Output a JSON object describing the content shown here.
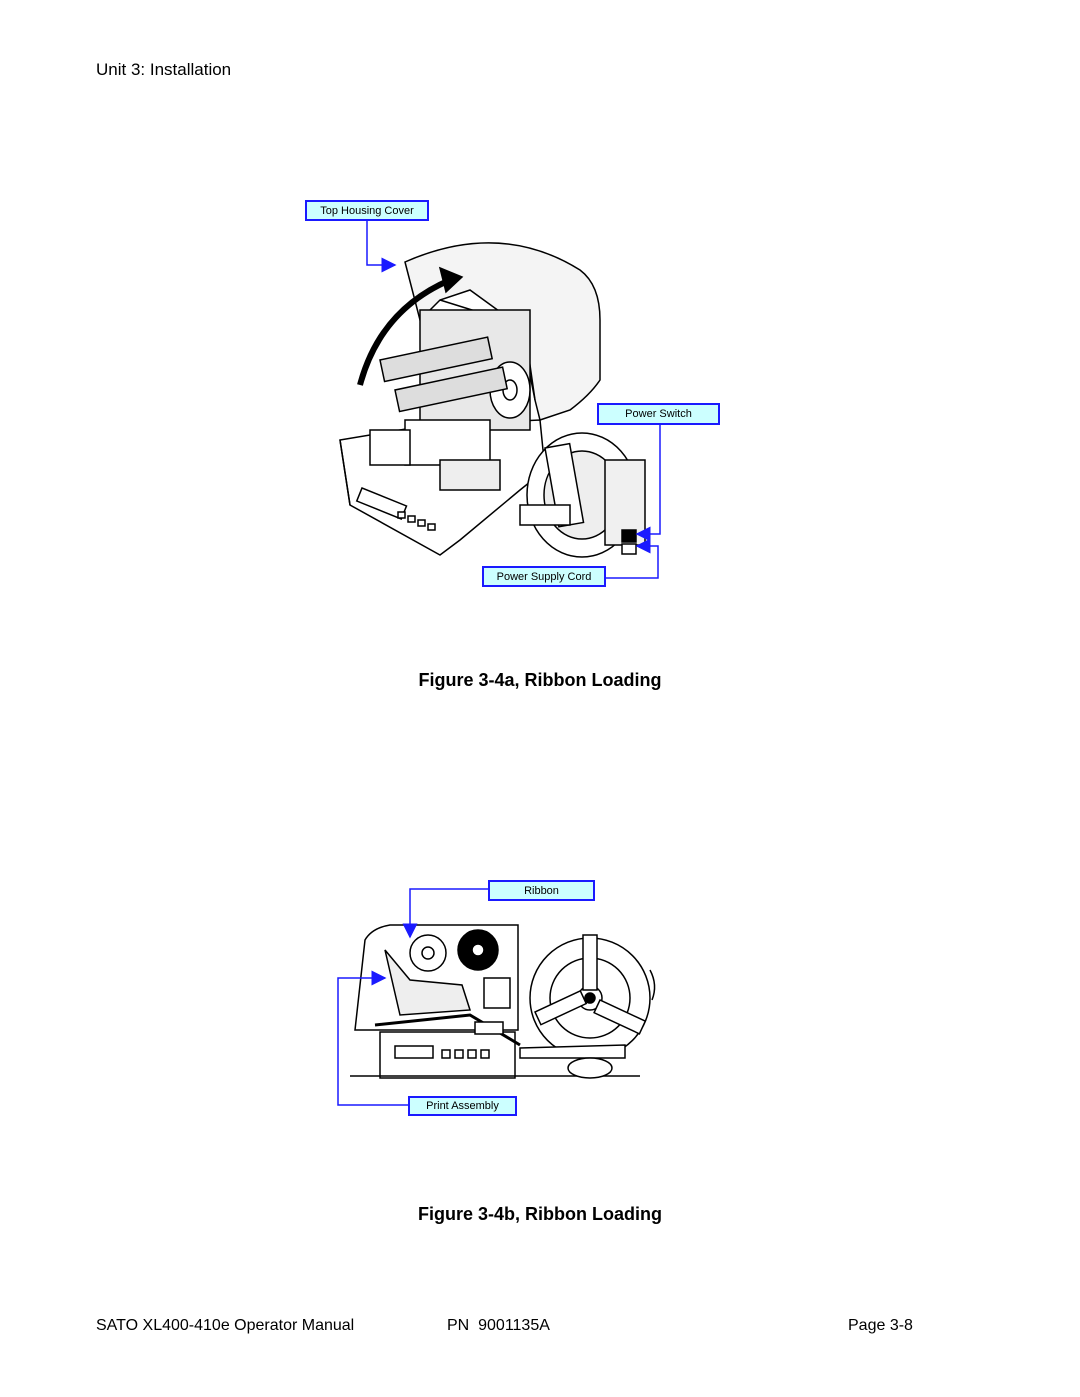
{
  "header": {
    "text": "Unit 3: Installation"
  },
  "figure_a": {
    "caption": "Figure 3-4a, Ribbon Loading",
    "callouts": {
      "top_housing_cover": "Top Housing Cover",
      "power_switch": "Power Switch",
      "power_supply_cord": "Power Supply Cord"
    }
  },
  "figure_b": {
    "caption": "Figure 3-4b, Ribbon Loading",
    "callouts": {
      "ribbon": "Ribbon",
      "print_assembly": "Print Assembly"
    }
  },
  "footer": {
    "manual": "SATO XL400-410e Operator Manual",
    "part_number": "PN  9001135A",
    "page": "Page 3-8"
  },
  "colors": {
    "callout_fill": "#ccffff",
    "callout_border": "#1a1aff",
    "leader": "#1a1aff"
  }
}
